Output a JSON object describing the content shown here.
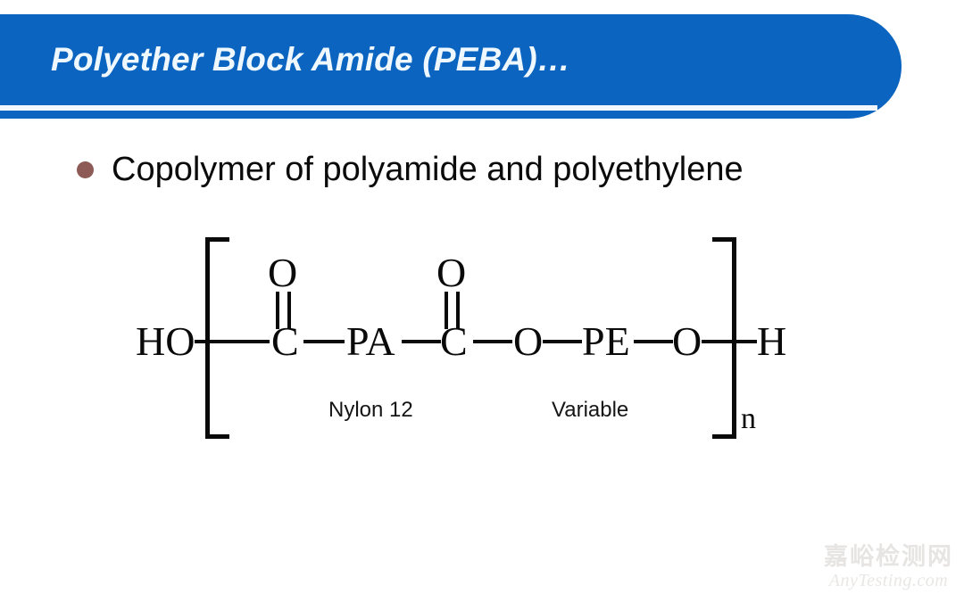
{
  "slide": {
    "title": "Polyether Block Amide (PEBA)…",
    "background_color": "#ffffff",
    "banner_color": "#0a64c0",
    "title_color": "#f0f8ff",
    "underline_color": "#f2f8ff"
  },
  "body": {
    "bullets": [
      {
        "marker": "filled-circle",
        "marker_color": "#8d5a55",
        "text": "Copolymer of polyamide and polyethylene"
      }
    ]
  },
  "structure": {
    "caption_repeat_subscript": "n",
    "chain": [
      {
        "id": "terminal-left",
        "label": "HO"
      },
      {
        "id": "carbonyl-1",
        "label": "C"
      },
      {
        "id": "polyamide",
        "label": "PA"
      },
      {
        "id": "carbonyl-2",
        "label": "C"
      },
      {
        "id": "ester-oxygen",
        "label": "O"
      },
      {
        "id": "polyether",
        "label": "PE"
      },
      {
        "id": "ether-oxygen",
        "label": "O"
      },
      {
        "id": "terminal-right",
        "label": "H"
      }
    ],
    "carbonyl_oxygens": [
      {
        "id": "carbonyl-oxygen-1",
        "label": "O"
      },
      {
        "id": "carbonyl-oxygen-2",
        "label": "O"
      }
    ],
    "segment_labels": [
      {
        "id": "nylon-segment",
        "label": "Nylon 12"
      },
      {
        "id": "variable-segment",
        "label": "Variable"
      }
    ]
  },
  "watermark": {
    "chinese": "嘉峪检测网",
    "latin": "AnyTesting.com",
    "color": "#e7e5e3"
  }
}
